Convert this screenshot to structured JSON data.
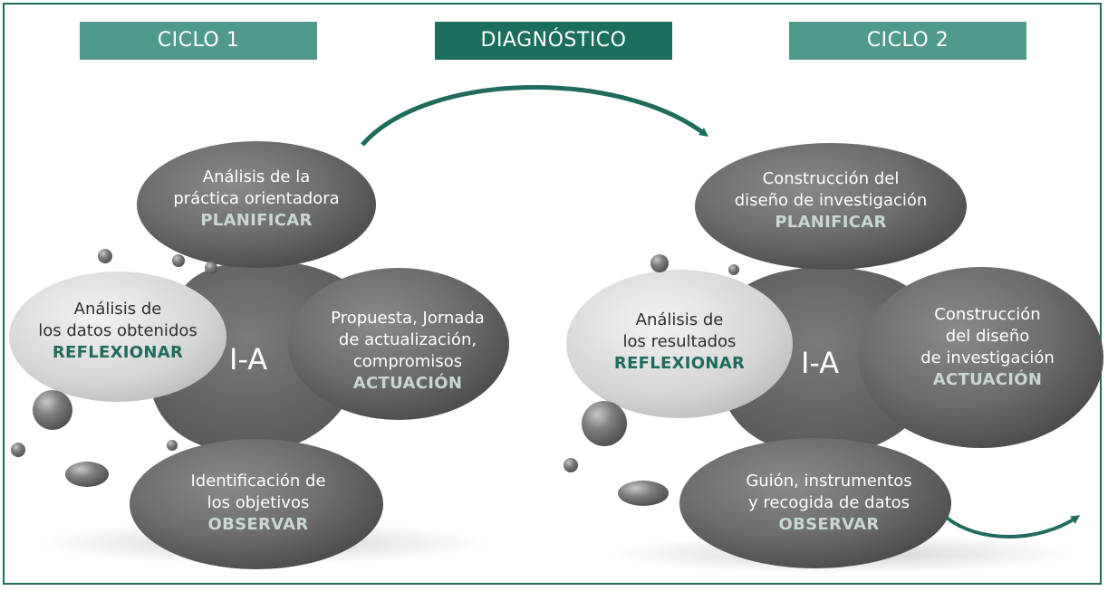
{
  "headers": {
    "ciclo1": "CICLO 1",
    "diagnostico": "DIAGNÓSTICO",
    "ciclo2": "CICLO 2"
  },
  "cycle1": {
    "center": "I-A",
    "planificar": {
      "line1": "Análisis de la",
      "line2": "práctica orientadora",
      "keyword": "PLANIFICAR"
    },
    "reflexionar": {
      "line1": "Análisis de",
      "line2": "los datos obtenidos",
      "keyword": "REFLEXIONAR"
    },
    "actuacion": {
      "line1": "Propuesta, Jornada",
      "line2": "de actualización,",
      "line3": "compromisos",
      "keyword": "ACTUACIÓN"
    },
    "observar": {
      "line1": "Identificación de",
      "line2": "los objetivos",
      "keyword": "OBSERVAR"
    }
  },
  "cycle2": {
    "center": "I-A",
    "planificar": {
      "line1": "Construcción del",
      "line2": "diseño de investigación",
      "keyword": "PLANIFICAR"
    },
    "reflexionar": {
      "line1": "Análisis de",
      "line2": "los resultados",
      "keyword": "REFLEXIONAR"
    },
    "actuacion": {
      "line1": "Construcción",
      "line2": "del diseño",
      "line3": "de investigación",
      "keyword": "ACTUACIÓN"
    },
    "observar": {
      "line1": "Guión, instrumentos",
      "line2": "y recogida de datos",
      "keyword": "OBSERVAR"
    }
  },
  "colors": {
    "frame": "#1f6b5c",
    "header_light": "#4f9a8b",
    "header_dark": "#1b6e5c",
    "bubble": "#6c6c6c",
    "bubble_light": "#dadada",
    "arrow": "#1f6b5c"
  }
}
